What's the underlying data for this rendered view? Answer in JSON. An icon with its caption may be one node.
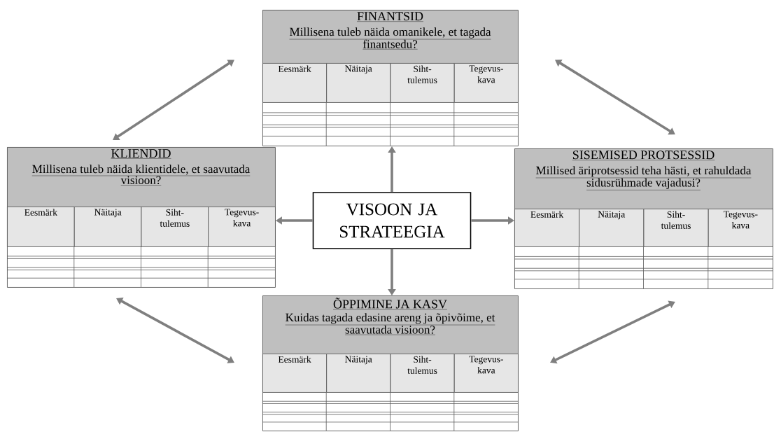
{
  "diagram": {
    "nodes": [
      {
        "text": [
          "FINANTSID",
          "Millisena tuleb näida omanikele, et tagada finantsedu?"
        ]
      },
      {
        "text": [
          "Eesmärk"
        ],
        "in": 0
      },
      {
        "text": [
          "Näitaja"
        ],
        "in": 0
      },
      {
        "text": [
          "Siht- tulemus"
        ],
        "in": 0
      },
      {
        "text": [
          "Tegevus- kava"
        ],
        "in": 0
      },
      {
        "text": [
          "KLIENDID",
          "Millisena tuleb näida klientidele, et saavutada visioon?"
        ]
      },
      {
        "text": [
          "Eesmärk"
        ],
        "in": 5
      },
      {
        "text": [
          "Näitaja"
        ],
        "in": 5
      },
      {
        "text": [
          "Siht- tulemus"
        ],
        "in": 5
      },
      {
        "text": [
          "Tegevus- kava"
        ],
        "in": 5
      },
      {
        "text": [
          "VISOON JA STRATEEGIA"
        ]
      },
      {
        "text": [
          "SISEMISED PROTSESSID",
          "Millised äriprotsessid teha hästi, et rahuldada sidusrühmade vajadusi?"
        ]
      },
      {
        "text": [
          "Eesmärk"
        ],
        "in": 11
      },
      {
        "text": [
          "Näitaja"
        ],
        "in": 11
      },
      {
        "text": [
          "Siht- tulemus"
        ],
        "in": 11
      },
      {
        "text": [
          "Tegevus- kava"
        ],
        "in": 11
      },
      {
        "text": [
          "ÕPPIMINE JA KASV",
          "Kuidas tagada edasine areng ja õpivõime, et saavutada visioon?"
        ]
      },
      {
        "text": [
          "Eesmärk"
        ],
        "in": 16
      },
      {
        "text": [
          "Näitaja"
        ],
        "in": 16
      },
      {
        "text": [
          "Siht- tulemus"
        ],
        "in": 16
      },
      {
        "text": [
          "Tegevus- kava"
        ],
        "in": 16
      }
    ],
    "edges": [
      {
        "from": 10,
        "to": 0,
        "arrow": "to"
      },
      {
        "from": 10,
        "to": 5,
        "arrow": "to"
      },
      {
        "from": 10,
        "to": 11,
        "arrow": "to"
      },
      {
        "from": 10,
        "to": 16,
        "arrow": "to"
      },
      {
        "from": 5,
        "to": 0,
        "arrow": "both"
      },
      {
        "from": 0,
        "to": 11,
        "arrow": "both"
      },
      {
        "from": 5,
        "to": 16,
        "arrow": "both"
      },
      {
        "from": 11,
        "to": 16,
        "arrow": "both"
      }
    ]
  }
}
